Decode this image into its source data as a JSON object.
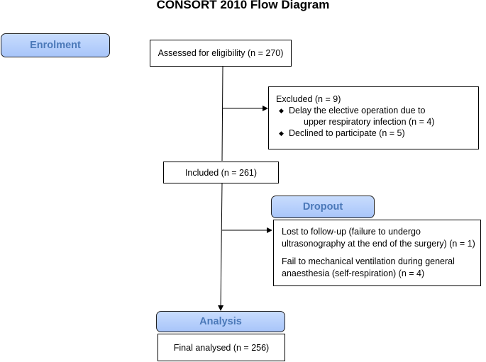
{
  "title": "CONSORT 2010 Flow Diagram",
  "stages": {
    "enrolment": "Enrolment",
    "dropout": "Dropout",
    "analysis": "Analysis"
  },
  "boxes": {
    "assessed": "Assessed for eligibility (n = 270)",
    "excluded": {
      "heading": "Excluded (n = 9)",
      "items": [
        {
          "line1": "Delay the elective operation due to",
          "line2": "upper respiratory infection (n = 4)"
        },
        {
          "line1": "Declined to participate (n = 5)"
        }
      ]
    },
    "included": "Included (n = 261)",
    "dropout": {
      "item1_line1": "Lost to follow-up (failure to undergo",
      "item1_line2": "ultrasonography at the end of the surgery) (n = 1)",
      "item2_line1": "Fail to mechanical ventilation during general",
      "item2_line2": "anaesthesia (self-respiration) (n = 4)"
    },
    "final": "Final analysed (n = 256)"
  },
  "colors": {
    "stage_fill_top": "#c8dcfd",
    "stage_fill_bottom": "#a8c5fa",
    "stage_text": "#4a78b8"
  }
}
